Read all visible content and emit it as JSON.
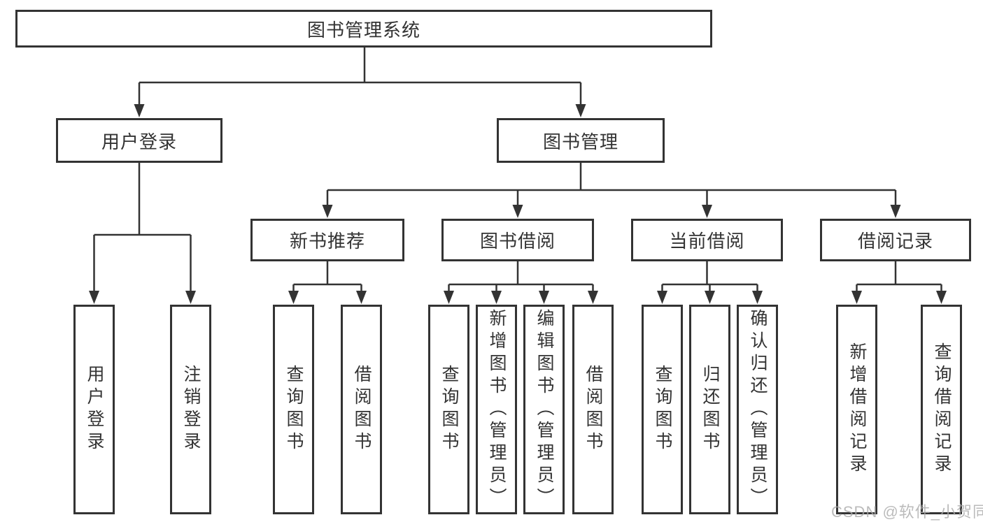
{
  "colors": {
    "line": "#333333",
    "box_border": "#333333",
    "text": "#333333",
    "background": "#ffffff",
    "watermark": "#aaaaaa"
  },
  "watermark": "CSDN @软件_小贺同学",
  "tree": {
    "label": "图书管理系统",
    "children": [
      {
        "label": "用户登录",
        "children": [
          {
            "label": "用户登录"
          },
          {
            "label": "注销登录"
          }
        ]
      },
      {
        "label": "图书管理",
        "children": [
          {
            "label": "新书推荐",
            "children": [
              {
                "label": "查询图书"
              },
              {
                "label": "借阅图书"
              }
            ]
          },
          {
            "label": "图书借阅",
            "children": [
              {
                "label": "查询图书"
              },
              {
                "label": "新增图书（管理员）"
              },
              {
                "label": "编辑图书（管理员）"
              },
              {
                "label": "借阅图书"
              }
            ]
          },
          {
            "label": "当前借阅",
            "children": [
              {
                "label": "查询图书"
              },
              {
                "label": "归还图书"
              },
              {
                "label": "确认归还（管理员）"
              }
            ]
          },
          {
            "label": "借阅记录",
            "children": [
              {
                "label": "新增借阅记录"
              },
              {
                "label": "查询借阅记录"
              }
            ]
          }
        ]
      }
    ]
  }
}
